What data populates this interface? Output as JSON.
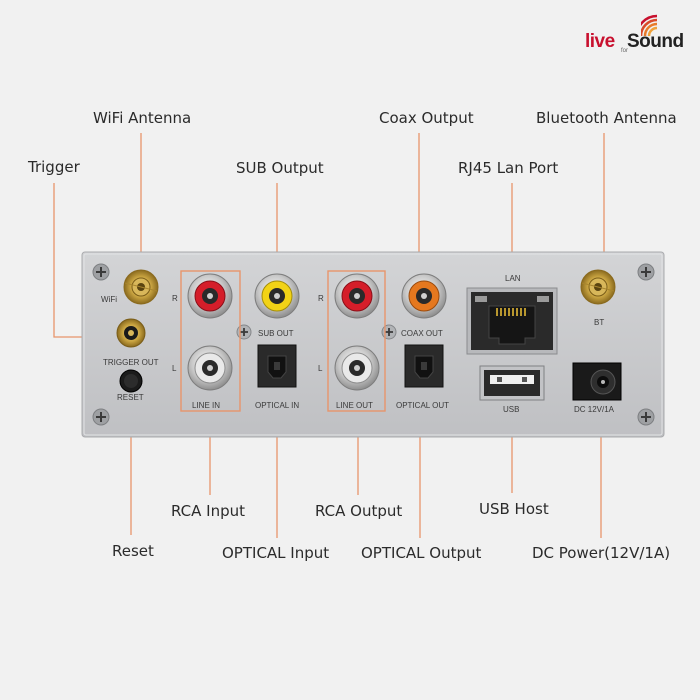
{
  "brand": {
    "part1": "live",
    "part2": "for",
    "part3": "Sound"
  },
  "callouts": [
    {
      "id": "wifi-antenna",
      "label": "WiFi Antenna"
    },
    {
      "id": "trigger",
      "label": "Trigger"
    },
    {
      "id": "sub-output",
      "label": "SUB Output"
    },
    {
      "id": "coax-output",
      "label": "Coax Output"
    },
    {
      "id": "rj45",
      "label": "RJ45 Lan Port"
    },
    {
      "id": "bt-antenna",
      "label": "Bluetooth Antenna"
    },
    {
      "id": "rca-input",
      "label": "RCA Input"
    },
    {
      "id": "rca-output",
      "label": "RCA Output"
    },
    {
      "id": "usb-host",
      "label": "USB Host"
    },
    {
      "id": "reset",
      "label": "Reset"
    },
    {
      "id": "optical-input",
      "label": "OPTICAL Input"
    },
    {
      "id": "optical-output",
      "label": "OPTICAL Output"
    },
    {
      "id": "dc-power",
      "label": "DC Power(12V/1A)"
    }
  ],
  "panel_labels": {
    "wifi": "WiFi",
    "r1": "R",
    "l1": "L",
    "r2": "R",
    "l2": "L",
    "trigger_out": "TRIGGER OUT",
    "reset": "RESET",
    "line_in": "LINE IN",
    "sub_out": "SUB OUT",
    "optical_in": "OPTICAL IN",
    "line_out": "LINE OUT",
    "coax_out": "COAX OUT",
    "optical_out": "OPTICAL OUT",
    "lan": "LAN",
    "usb": "USB",
    "bt": "BT",
    "dc": "DC 12V/1A"
  },
  "colors": {
    "background": "#f1f1f1",
    "panel": "#c9cacc",
    "leader_line": "#e8956b",
    "rca_red": "#d51e2a",
    "rca_yellow": "#f2d316",
    "rca_orange": "#e5781f",
    "gold": "#c9a441"
  }
}
